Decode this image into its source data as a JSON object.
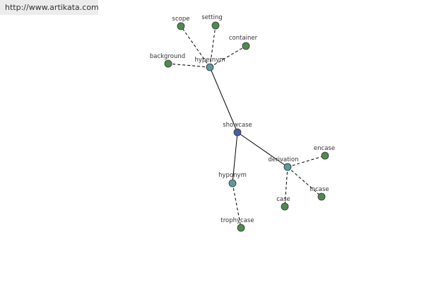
{
  "header": {
    "url": "http://www.artikata.com"
  },
  "colors": {
    "center": "#4a5ea8",
    "relation": "#5b9a9a",
    "leaf": "#4f8a4f",
    "node_stroke": "#333333",
    "edge": "#000000",
    "text": "#333333"
  },
  "graph": {
    "nodes": [
      {
        "id": "showcase",
        "label": "showcase",
        "kind": "center"
      },
      {
        "id": "hypernym",
        "label": "hypernym",
        "kind": "relation"
      },
      {
        "id": "hyponym",
        "label": "hyponym",
        "kind": "relation"
      },
      {
        "id": "derivation",
        "label": "derivation",
        "kind": "relation"
      },
      {
        "id": "scope",
        "label": "scope",
        "kind": "leaf"
      },
      {
        "id": "setting",
        "label": "setting",
        "kind": "leaf"
      },
      {
        "id": "container",
        "label": "container",
        "kind": "leaf"
      },
      {
        "id": "background",
        "label": "background",
        "kind": "leaf"
      },
      {
        "id": "trophycase",
        "label": "trophycase",
        "kind": "leaf"
      },
      {
        "id": "encase",
        "label": "encase",
        "kind": "leaf"
      },
      {
        "id": "incase",
        "label": "incase",
        "kind": "leaf"
      },
      {
        "id": "case",
        "label": "case",
        "kind": "leaf"
      }
    ],
    "edges": [
      {
        "from": "showcase",
        "to": "hypernym",
        "style": "solid"
      },
      {
        "from": "showcase",
        "to": "hyponym",
        "style": "solid"
      },
      {
        "from": "showcase",
        "to": "derivation",
        "style": "solid"
      },
      {
        "from": "hypernym",
        "to": "scope",
        "style": "dashed"
      },
      {
        "from": "hypernym",
        "to": "setting",
        "style": "dashed"
      },
      {
        "from": "hypernym",
        "to": "container",
        "style": "dashed"
      },
      {
        "from": "hypernym",
        "to": "background",
        "style": "dashed"
      },
      {
        "from": "hyponym",
        "to": "trophycase",
        "style": "dashed"
      },
      {
        "from": "derivation",
        "to": "encase",
        "style": "dashed"
      },
      {
        "from": "derivation",
        "to": "incase",
        "style": "dashed"
      },
      {
        "from": "derivation",
        "to": "case",
        "style": "dashed"
      }
    ]
  }
}
